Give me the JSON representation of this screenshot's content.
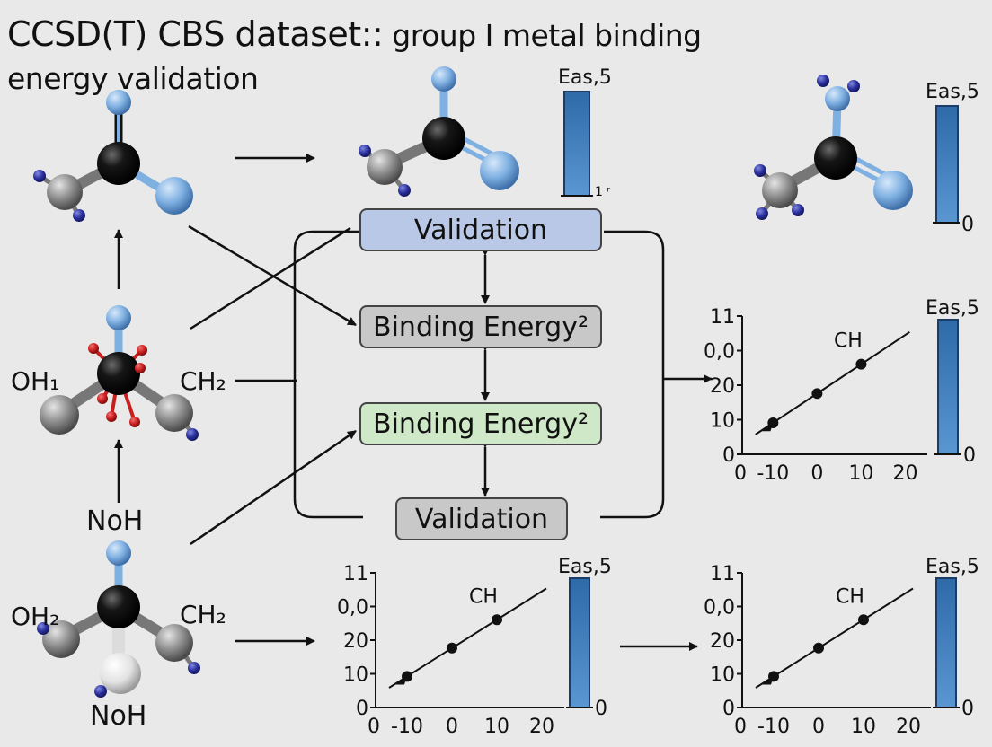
{
  "title": {
    "line1_main": "CCSD(T) CBS dataset::",
    "line1_rest": " group I metal binding",
    "line2": "energy validation"
  },
  "boxes": {
    "validation_top": "Validation",
    "binding_energy_1": "Binding Energy²",
    "binding_energy_2": "Binding Energy²",
    "validation_bottom": "Validation"
  },
  "molecule_labels": {
    "mid_left": "OH₁",
    "mid_right": "CH₂",
    "noh_mid": "NoH",
    "bot_left": "OH₂",
    "bot_right": "CH₂",
    "noh_bot": "NoH"
  },
  "colorbars": {
    "top_mid": {
      "label": "Eas,5",
      "bottom_label": "1 ʳ",
      "level": 1.0
    },
    "top_right": {
      "label": "Eas,5",
      "bottom_label": "0",
      "level": 1.0
    }
  },
  "colors": {
    "background": "#e9e9ea",
    "box_blue": "#b8c8e6",
    "box_gray": "#c8c8c8",
    "box_green": "#cfe8c8",
    "atom_blue": "#7fb0e2",
    "atom_black": "#111111",
    "atom_gray": "#8a8a8a",
    "atom_navy": "#2a2f9c",
    "atom_red": "#c81e1e",
    "bar_blue": "#3d78b6"
  },
  "chart_data": [
    {
      "type": "scatter",
      "x": [
        -10,
        0,
        10
      ],
      "y_ticks": [
        "0",
        "10",
        "20",
        "0,0",
        "11"
      ],
      "x_ticks": [
        "0",
        "-10",
        "0",
        "10",
        "20"
      ],
      "annotation": "CH",
      "colorbar": {
        "label": "Eas,5",
        "bottom_label": "0"
      }
    },
    {
      "type": "scatter",
      "x": [
        -10,
        0,
        10
      ],
      "y_ticks": [
        "0",
        "10",
        "20",
        "0,0",
        "11"
      ],
      "x_ticks": [
        "0",
        "-10",
        "0",
        "10",
        "20"
      ],
      "annotation": "CH",
      "colorbar": {
        "label": "Eas,5",
        "bottom_label": "0"
      }
    },
    {
      "type": "scatter",
      "x": [
        -10,
        0,
        10
      ],
      "y_ticks": [
        "0",
        "10",
        "20",
        "0,0",
        "11"
      ],
      "x_ticks": [
        "0",
        "-10",
        "0",
        "10",
        "20"
      ],
      "annotation": "CH",
      "colorbar": {
        "label": "Eas,5",
        "bottom_label": "0"
      }
    }
  ]
}
